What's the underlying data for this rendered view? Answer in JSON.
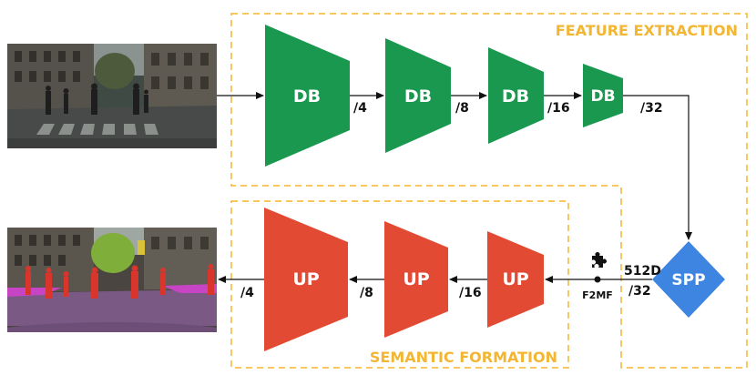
{
  "colors": {
    "encoder": "#1a9850",
    "decoder": "#e34a33",
    "spp": "#3d85e0",
    "frame": "#f2b632",
    "section_text": "#f2b632",
    "arrow": "#111111"
  },
  "sections": {
    "feature_extraction": "FEATURE EXTRACTION",
    "semantic_formation": "SEMANTIC FORMATION"
  },
  "encoder_blocks": [
    {
      "label": "DB",
      "scale": "/4"
    },
    {
      "label": "DB",
      "scale": "/8"
    },
    {
      "label": "DB",
      "scale": "/16"
    },
    {
      "label": "DB",
      "scale": "/32"
    }
  ],
  "spp": {
    "label": "SPP",
    "dim": "512D",
    "scale": "/32"
  },
  "f2mf": {
    "label": "F2MF",
    "icon": "puzzle-icon"
  },
  "decoder_blocks": [
    {
      "label": "UP",
      "scale": "/16"
    },
    {
      "label": "UP",
      "scale": "/8"
    },
    {
      "label": "UP",
      "scale": "/4"
    }
  ],
  "images": {
    "input": "street-scene-photo",
    "output": "segmentation-overlay-photo"
  }
}
